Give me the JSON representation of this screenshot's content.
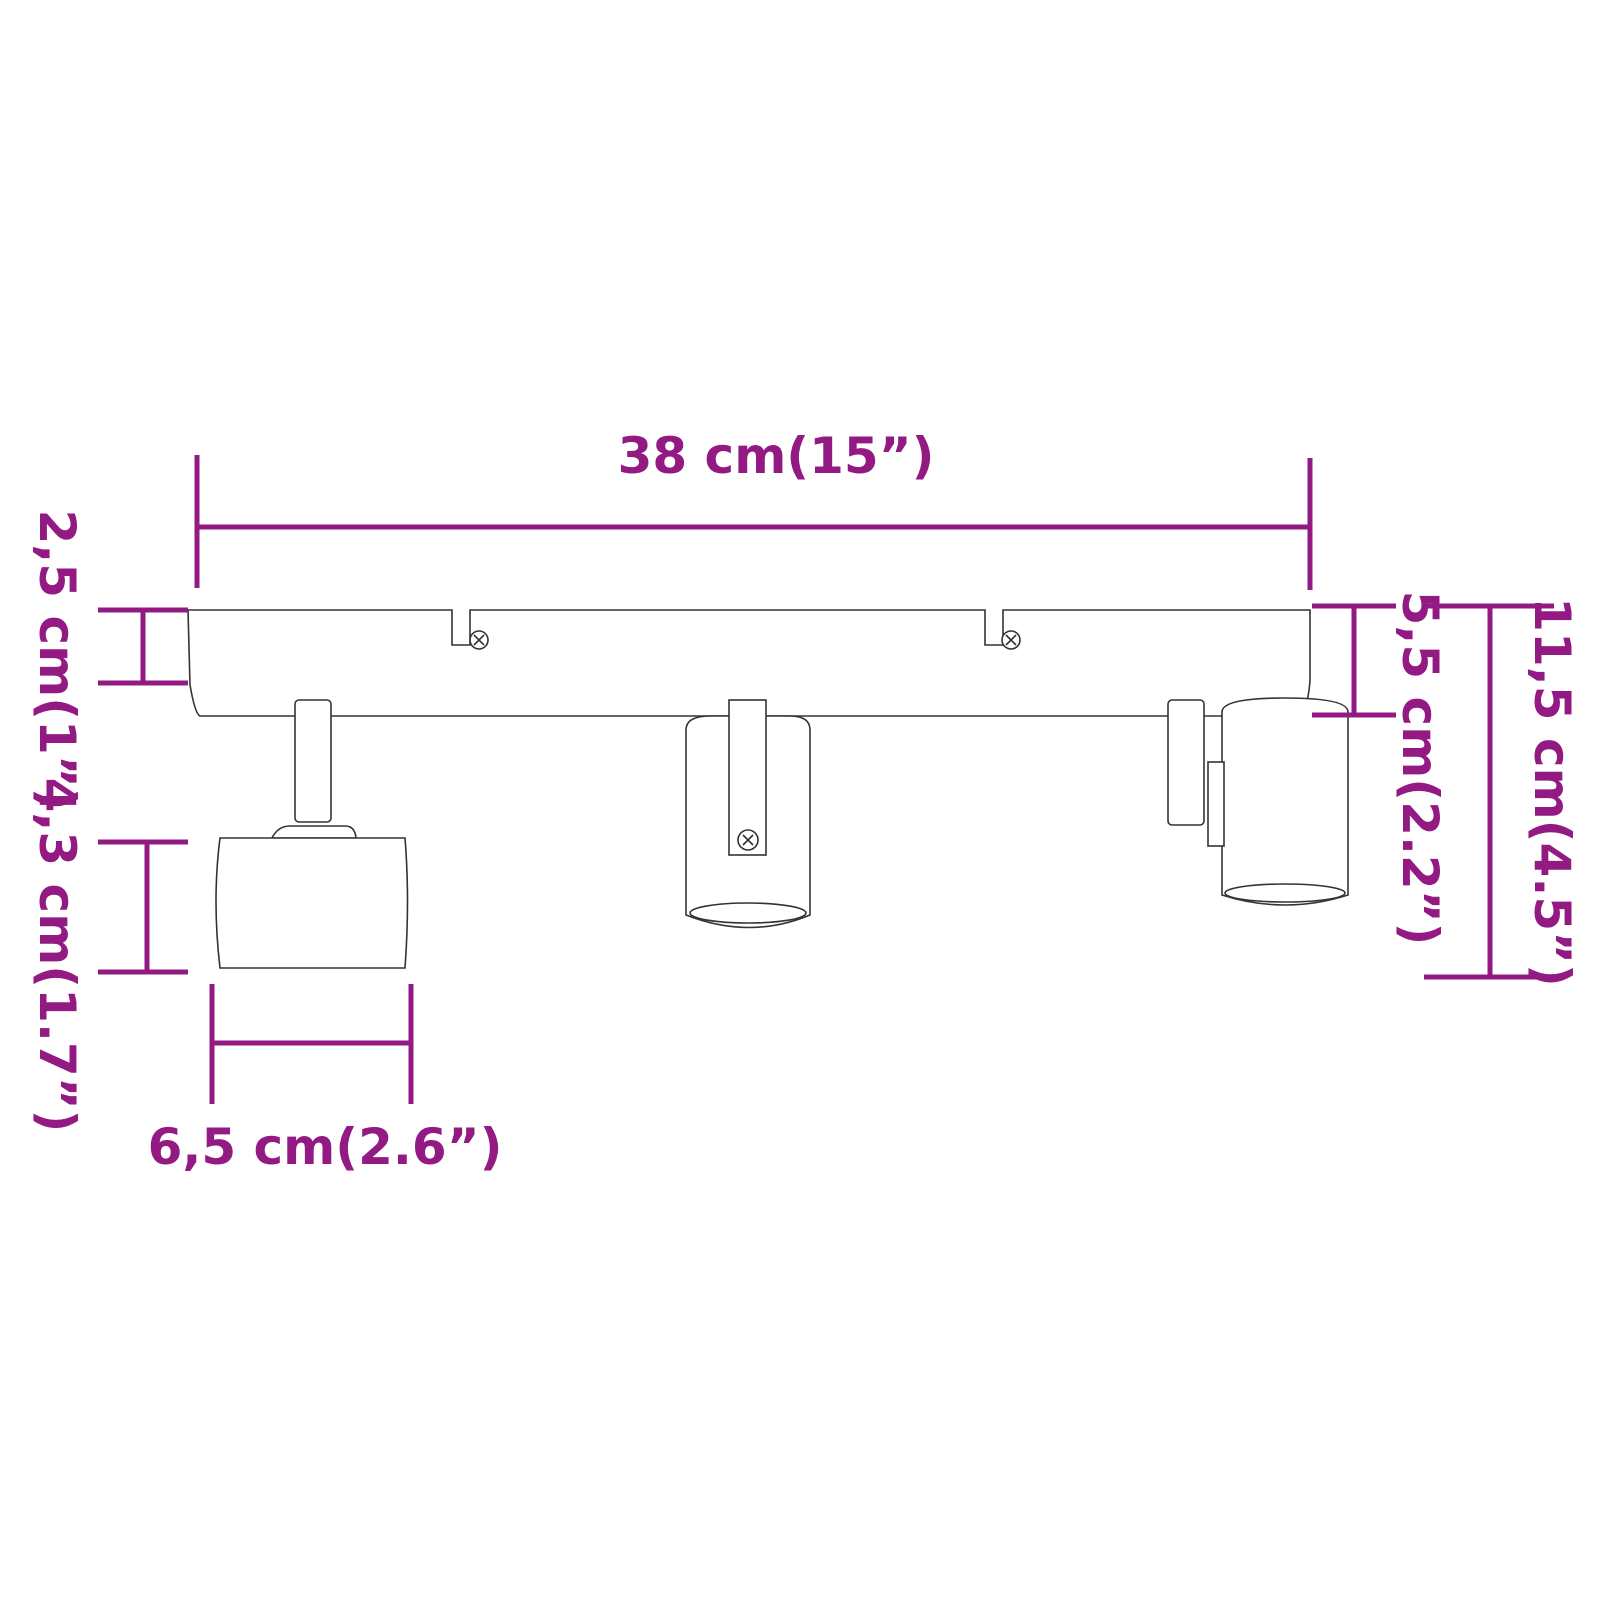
{
  "dimensions": {
    "length": "38 cm(15”)",
    "bar_height": "2,5 cm(1”)",
    "shade_height": "4,3 cm(1.7”)",
    "shade_width": "6,5 cm(2.6”)",
    "mount_to_shade": "5,5 cm(2.2”)",
    "total_height": "11,5 cm(4.5”)"
  },
  "colors": {
    "dimension": "#921a82",
    "line": "#333333"
  }
}
